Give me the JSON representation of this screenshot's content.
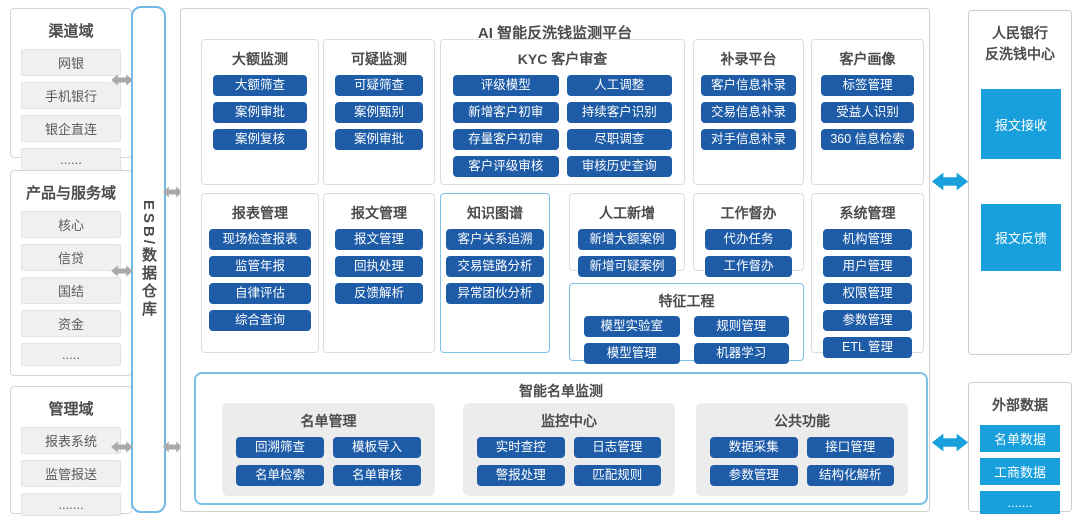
{
  "colors": {
    "button_blue": "#1E5CA8",
    "bright_blue": "#18A0DC",
    "panel_border": "#CFCFCF",
    "blue_border": "#7CC0E8",
    "arrow_gray": "#A9A9A9"
  },
  "left_column": {
    "groups": [
      {
        "title": "渠道域",
        "items": [
          "网银",
          "手机银行",
          "银企直连",
          "......"
        ]
      },
      {
        "title": "产品与服务域",
        "items": [
          "核心",
          "信贷",
          "国结",
          "资金",
          "....."
        ]
      },
      {
        "title": "管理域",
        "items": [
          "报表系统",
          "监管报送",
          "......."
        ]
      }
    ]
  },
  "esb": {
    "label": "ESB/数据仓库"
  },
  "platform": {
    "title": "AI 智能反洗钱监测平台",
    "modules": [
      {
        "title": "大额监测",
        "buttons": [
          "大额筛查",
          "案例审批",
          "案例复核"
        ]
      },
      {
        "title": "可疑监测",
        "buttons": [
          "可疑筛查",
          "案例甄别",
          "案例审批"
        ]
      },
      {
        "title": "KYC 客户审查",
        "buttons": [
          "评级模型",
          "人工调整",
          "新增客户初审",
          "持续客户识别",
          "存量客户初审",
          "尽职调查",
          "客户评级审核",
          "审核历史查询"
        ]
      },
      {
        "title": "补录平台",
        "buttons": [
          "客户信息补录",
          "交易信息补录",
          "对手信息补录"
        ]
      },
      {
        "title": "客户画像",
        "buttons": [
          "标签管理",
          "受益人识别",
          "360 信息检索"
        ]
      },
      {
        "title": "报表管理",
        "buttons": [
          "现场检查报表",
          "监管年报",
          "自律评估",
          "综合查询"
        ]
      },
      {
        "title": "报文管理",
        "buttons": [
          "报文管理",
          "回执处理",
          "反馈解析"
        ]
      },
      {
        "title": "知识图谱",
        "buttons": [
          "客户关系追溯",
          "交易链路分析",
          "异常团伙分析"
        ]
      },
      {
        "title": "人工新增",
        "buttons": [
          "新增大额案例",
          "新增可疑案例"
        ]
      },
      {
        "title": "工作督办",
        "buttons": [
          "代办任务",
          "工作督办"
        ]
      },
      {
        "title": "系统管理",
        "buttons": [
          "机构管理",
          "用户管理",
          "权限管理",
          "参数管理",
          "ETL 管理"
        ]
      }
    ],
    "feature_engineering": {
      "title": "特征工程",
      "buttons": [
        "模型实验室",
        "规则管理",
        "模型管理",
        "机器学习"
      ]
    },
    "smart_list": {
      "title": "智能名单监测",
      "groups": [
        {
          "title": "名单管理",
          "buttons": [
            "回溯筛查",
            "模板导入",
            "名单检索",
            "名单审核"
          ]
        },
        {
          "title": "监控中心",
          "buttons": [
            "实时查控",
            "日志管理",
            "警报处理",
            "匹配规则"
          ]
        },
        {
          "title": "公共功能",
          "buttons": [
            "数据采集",
            "接口管理",
            "参数管理",
            "结构化解析"
          ]
        }
      ]
    }
  },
  "right_column": {
    "pboc": {
      "title_line1": "人民银行",
      "title_line2": "反洗钱中心",
      "boxes": [
        "报文接收",
        "报文反馈"
      ]
    },
    "external": {
      "title": "外部数据",
      "items": [
        "名单数据",
        "工商数据",
        "......."
      ]
    }
  }
}
